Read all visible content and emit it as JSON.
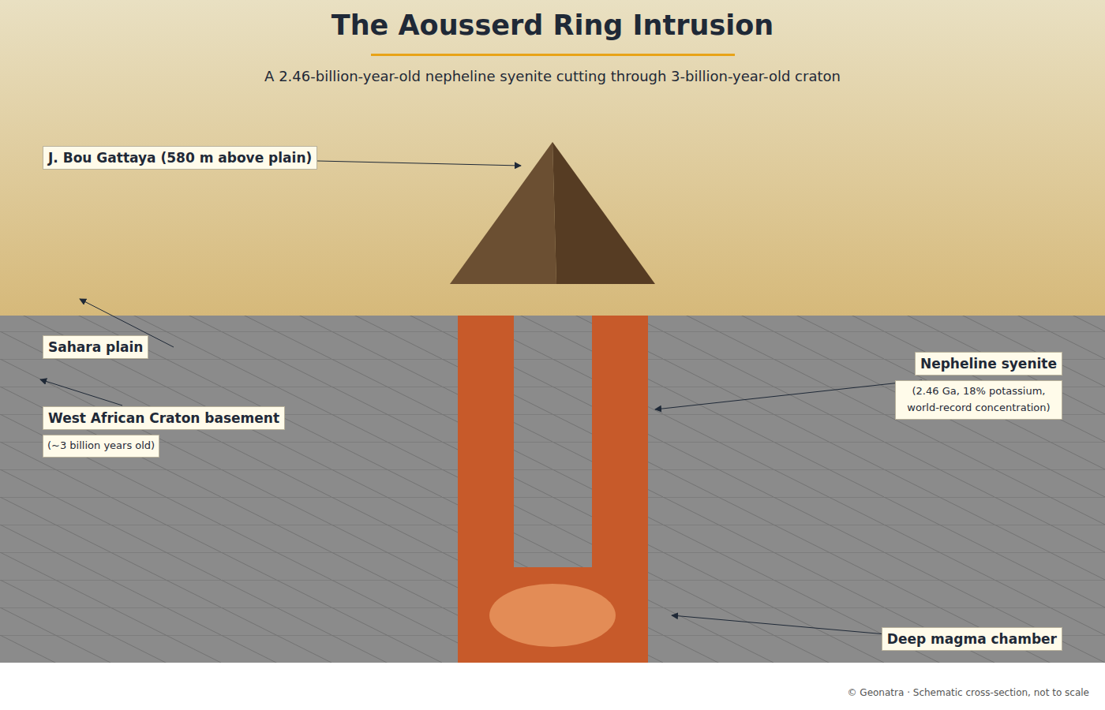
{
  "diagram": {
    "title": "The Aousserd Ring Intrusion",
    "nodes": [
      {
        "text": [
          "J. Bou Gattaya (580 m above plain)"
        ]
      },
      {
        "text": [
          "Sahara plain"
        ]
      },
      {
        "text": [
          "West African Craton basement",
          "(~3 billion years old)"
        ]
      },
      {
        "text": [
          "Nepheline syenite",
          "(2.46 Ga, 18% potassium, world-record concentration)"
        ]
      },
      {
        "text": [
          "Deep magma chamber"
        ]
      }
    ],
    "edges": [],
    "labels": [
      "A 2.46-billion-year-old nepheline syenite cutting through 3-billion-year-old craton",
      "© Geonatra · Schematic cross-section, not to scale"
    ]
  }
}
